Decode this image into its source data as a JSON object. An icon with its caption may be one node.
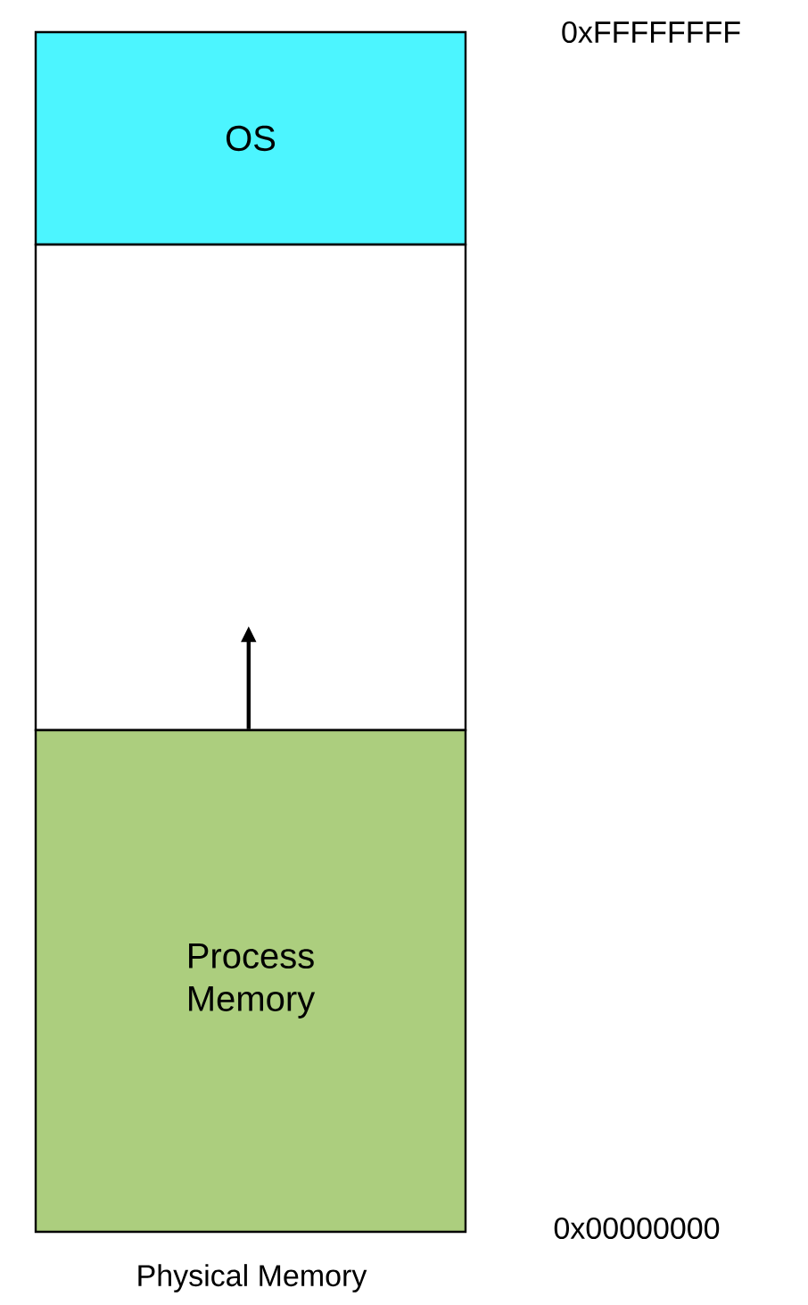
{
  "diagram": {
    "caption": "Physical Memory",
    "nodes": [
      {
        "text": [
          "OS"
        ]
      },
      {
        "text": [],
        "shape": "box"
      },
      {
        "text": [
          "Process Memory"
        ]
      }
    ],
    "edges": [
      {
        "from": 2,
        "to": 1,
        "arrow": "to"
      }
    ],
    "labels": [
      "0xFFFFFFFF",
      "0x00000000"
    ]
  }
}
